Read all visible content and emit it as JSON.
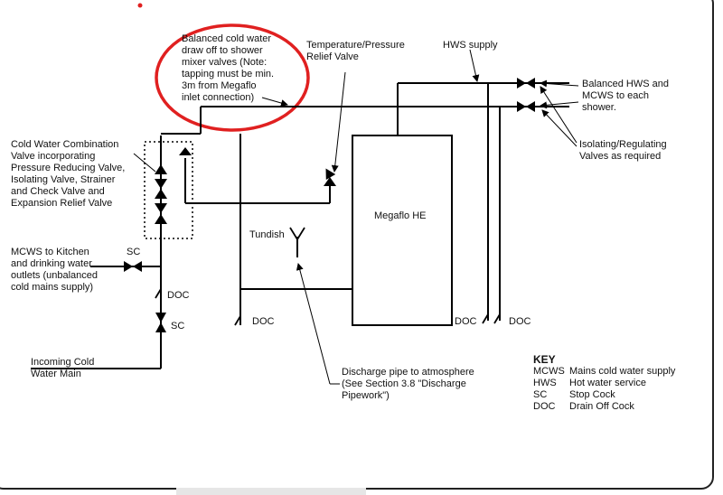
{
  "labels": {
    "balanced_cold": "Balanced cold water draw off to shower mixer valves (Note: tapping must be min. 3m from Megaflo inlet connection)",
    "balanced_cold_lines": [
      "Balanced cold water",
      "draw off to shower",
      "mixer valves (Note:",
      "tapping must be min.",
      "3m from Megaflo",
      "inlet connection)"
    ],
    "temp_relief_lines": [
      "Temperature/Pressure",
      "Relief Valve"
    ],
    "hws_supply": "HWS supply",
    "balanced_hws_lines": [
      "Balanced HWS and",
      "MCWS to each",
      "shower."
    ],
    "isolating_lines": [
      "Isolating/Regulating",
      "Valves as required"
    ],
    "combination_lines": [
      "Cold Water Combination",
      "Valve incorporating",
      "Pressure Reducing Valve,",
      "Isolating Valve, Strainer",
      "and Check Valve and",
      "Expansion Relief Valve"
    ],
    "megaflo": "Megaflo HE",
    "tundish": "Tundish",
    "mcws_lines": [
      "MCWS to Kitchen",
      "and drinking water",
      "outlets (unbalanced",
      "cold mains supply)"
    ],
    "sc_upper": "SC",
    "sc_lower": "SC",
    "doc_left": "DOC",
    "doc_mid": "DOC",
    "doc_right1": "DOC",
    "doc_right2": "DOC",
    "incoming_lines": [
      "Incoming Cold",
      "Water Main"
    ],
    "discharge_lines": [
      "Discharge pipe to atmosphere",
      "(See Section 3.8 \"Discharge",
      "Pipework\")"
    ]
  },
  "key": {
    "title": "KEY",
    "rows": [
      {
        "abbr": "MCWS",
        "desc": "Mains cold water supply"
      },
      {
        "abbr": "HWS",
        "desc": "Hot water service"
      },
      {
        "abbr": "SC",
        "desc": "Stop Cock"
      },
      {
        "abbr": "DOC",
        "desc": "Drain Off Cock"
      }
    ]
  },
  "colors": {
    "line": "#000000",
    "highlight": "#e02020",
    "frame": "#222222"
  },
  "icons": [
    "valve-icon",
    "arrow-icon",
    "tundish-icon",
    "drain-cock-icon"
  ]
}
